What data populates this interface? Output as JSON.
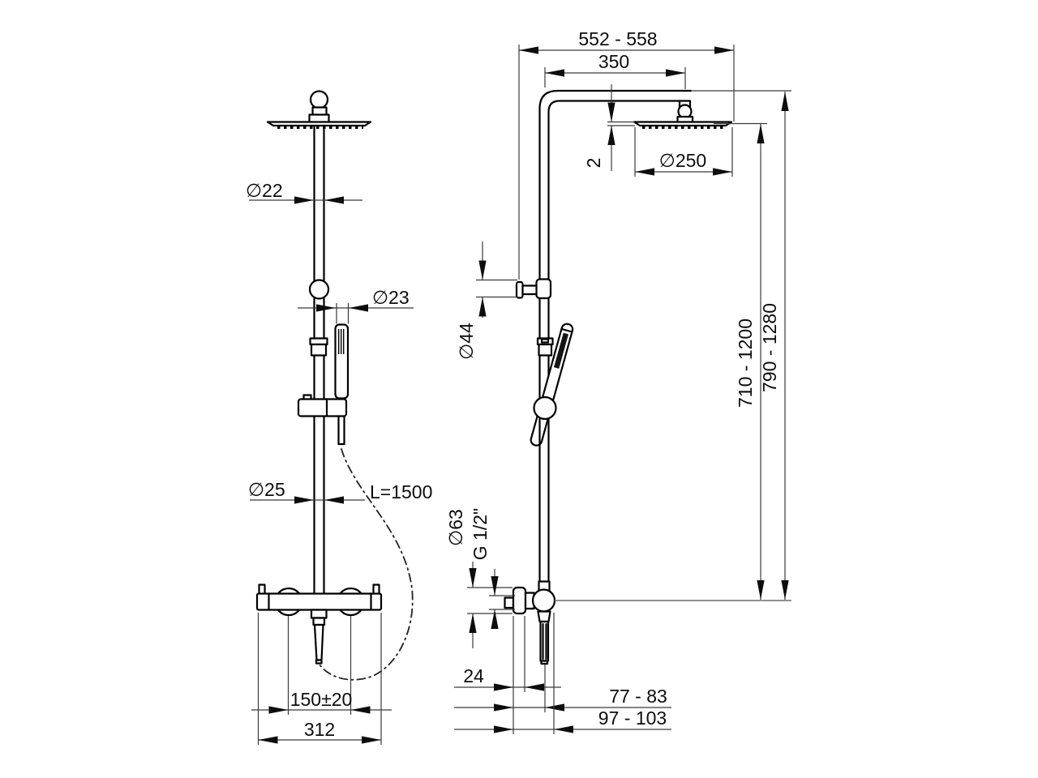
{
  "drawing": {
    "colors": {
      "object_line": "#000000",
      "dimension_line": "#3a3a3a",
      "background": "#ffffff"
    },
    "front_view": {
      "dia_pipe_upper": "∅22",
      "dia_handshower": "∅23",
      "dia_pipe_lower": "∅25",
      "hose_length": "L=1500",
      "inlet_spacing": "150±20",
      "body_width": "312"
    },
    "side_view": {
      "overall_width": "552 - 558",
      "arm_projection": "350",
      "head_diameter": "∅250",
      "head_thickness": "2",
      "diverter_diameter": "∅44",
      "escutcheon_diameter": "∅63",
      "thread_size": "G 1/2\"",
      "flange_depth": "24",
      "pipe_offset": "77 - 83",
      "total_depth": "97 - 103",
      "height_riser": "710 - 1200",
      "height_overall": "790 - 1280"
    }
  }
}
